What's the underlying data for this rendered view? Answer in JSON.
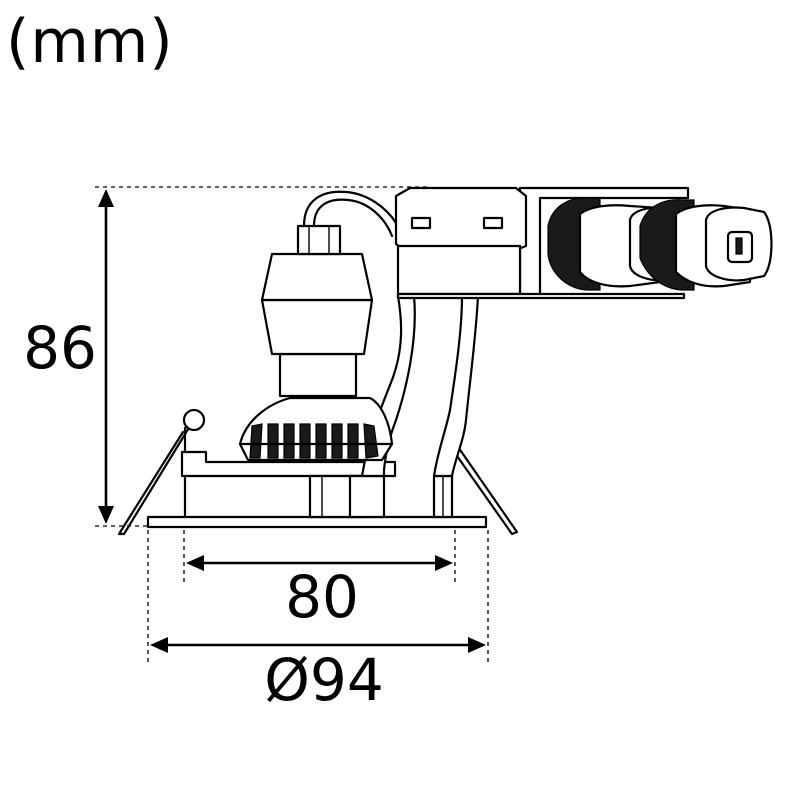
{
  "unit_label": "(mm)",
  "dimensions": {
    "height": "86",
    "cutout_width": "80",
    "outer_diameter": "Ø94"
  }
}
